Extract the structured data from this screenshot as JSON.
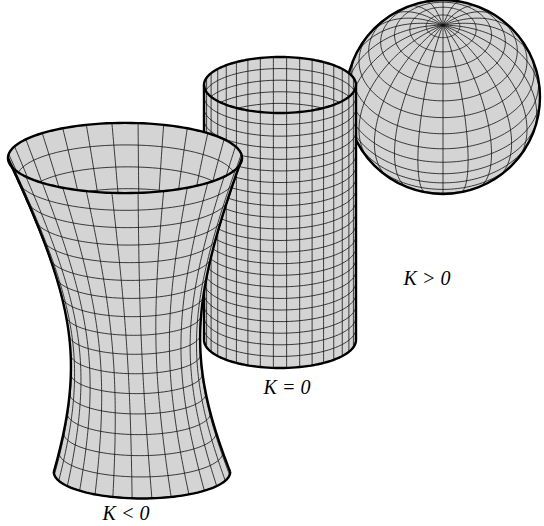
{
  "diagram": {
    "labels": [
      "K > 0",
      "K = 0",
      "K < 0"
    ]
  }
}
